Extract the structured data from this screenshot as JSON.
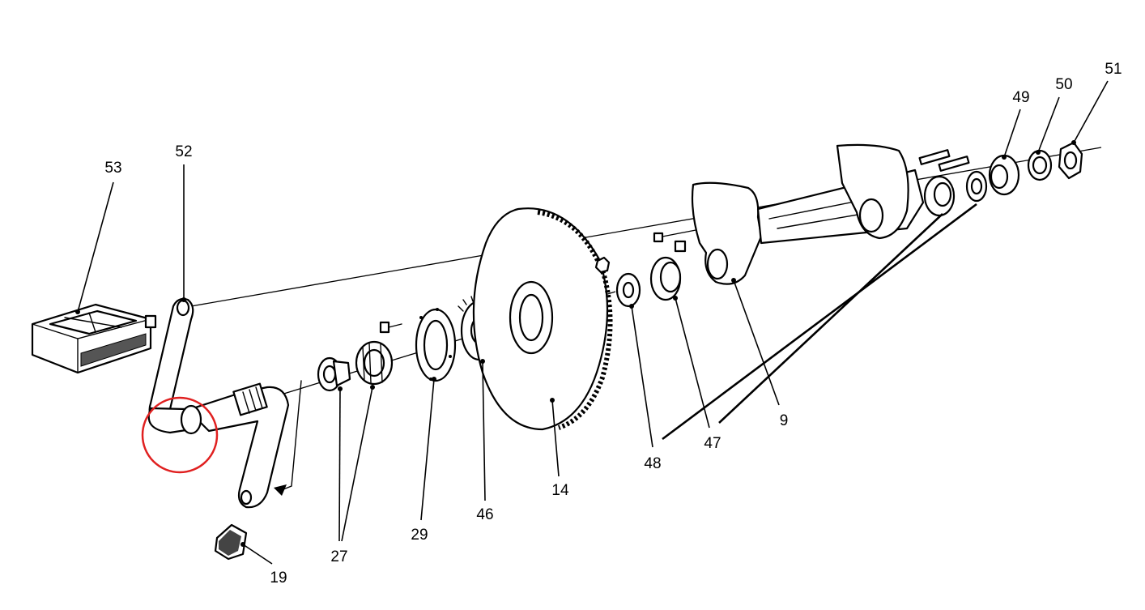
{
  "diagram": {
    "callouts": [
      {
        "id": "53",
        "label": "53"
      },
      {
        "id": "52",
        "label": "52"
      },
      {
        "id": "19",
        "label": "19"
      },
      {
        "id": "27",
        "label": "27"
      },
      {
        "id": "29",
        "label": "29"
      },
      {
        "id": "46",
        "label": "46"
      },
      {
        "id": "14",
        "label": "14"
      },
      {
        "id": "48",
        "label": "48"
      },
      {
        "id": "47",
        "label": "47"
      },
      {
        "id": "9",
        "label": "9"
      },
      {
        "id": "49",
        "label": "49"
      },
      {
        "id": "50",
        "label": "50"
      },
      {
        "id": "51",
        "label": "51"
      }
    ],
    "highlight_color": "#e02020"
  }
}
